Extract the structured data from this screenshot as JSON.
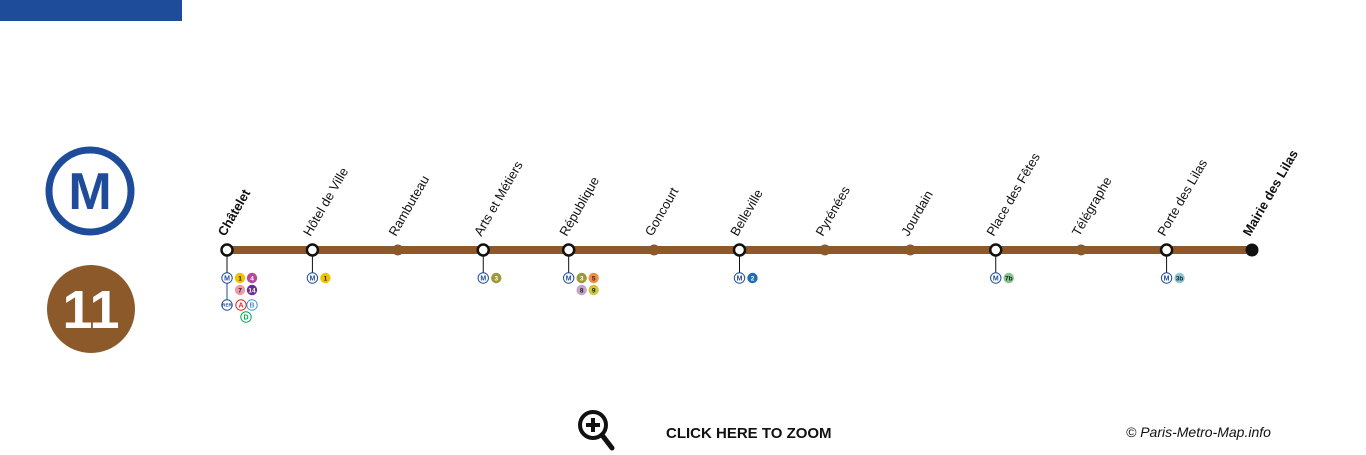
{
  "colors": {
    "top_bar": "#1f4c9a",
    "metro_blue": "#1f4c9a",
    "line_11": "#8c5a2a",
    "black": "#111111"
  },
  "metro_logo": {
    "letter": "M"
  },
  "line": {
    "number": "11"
  },
  "stations": [
    {
      "name": "Châtelet",
      "terminus": true,
      "interchange": true,
      "connections": [
        {
          "label": "M",
          "kind": "metro"
        },
        {
          "label": "1",
          "color": "#f2c200",
          "text": "#222"
        },
        {
          "label": "4",
          "color": "#b9489a",
          "text": "#fff"
        },
        {
          "label": "7",
          "color": "#f19ba9",
          "text": "#222"
        },
        {
          "label": "14",
          "color": "#662d91",
          "text": "#fff"
        },
        {
          "label": "RER",
          "kind": "rer"
        },
        {
          "label": "A",
          "kind": "rer_ring",
          "color": "#e2231a"
        },
        {
          "label": "B",
          "kind": "rer_ring",
          "color": "#4b91d0"
        },
        {
          "label": "D",
          "kind": "rer_ring",
          "color": "#00a651"
        }
      ]
    },
    {
      "name": "Hôtel de Ville",
      "interchange": true,
      "connections": [
        {
          "label": "M",
          "kind": "metro"
        },
        {
          "label": "1",
          "color": "#f2c200",
          "text": "#222"
        }
      ]
    },
    {
      "name": "Rambuteau"
    },
    {
      "name": "Arts et Métiers",
      "interchange": true,
      "connections": [
        {
          "label": "M",
          "kind": "metro"
        },
        {
          "label": "3",
          "color": "#9b993a",
          "text": "#fff"
        }
      ]
    },
    {
      "name": "République",
      "interchange": true,
      "connections": [
        {
          "label": "M",
          "kind": "metro"
        },
        {
          "label": "3",
          "color": "#9b993a",
          "text": "#fff"
        },
        {
          "label": "5",
          "color": "#f28e42",
          "text": "#222"
        },
        {
          "label": "8",
          "color": "#c5a3cd",
          "text": "#222"
        },
        {
          "label": "9",
          "color": "#cdc83f",
          "text": "#222"
        }
      ]
    },
    {
      "name": "Goncourt"
    },
    {
      "name": "Belleville",
      "interchange": true,
      "connections": [
        {
          "label": "M",
          "kind": "metro"
        },
        {
          "label": "2",
          "color": "#216eb4",
          "text": "#fff"
        }
      ]
    },
    {
      "name": "Pyrénées"
    },
    {
      "name": "Jourdain"
    },
    {
      "name": "Place des Fêtes",
      "interchange": true,
      "connections": [
        {
          "label": "M",
          "kind": "metro"
        },
        {
          "label": "7b",
          "color": "#83c491",
          "text": "#222"
        }
      ]
    },
    {
      "name": "Télégraphe"
    },
    {
      "name": "Porte des Lilas",
      "interchange": true,
      "connections": [
        {
          "label": "M",
          "kind": "metro"
        },
        {
          "label": "3b",
          "color": "#89c7d6",
          "text": "#222"
        }
      ]
    },
    {
      "name": "Mairie des Lilas",
      "terminus": true,
      "end": true
    }
  ],
  "zoom": {
    "label": "CLICK HERE TO ZOOM",
    "icon": "zoom-in-icon"
  },
  "copyright": "© Paris-Metro-Map.info"
}
